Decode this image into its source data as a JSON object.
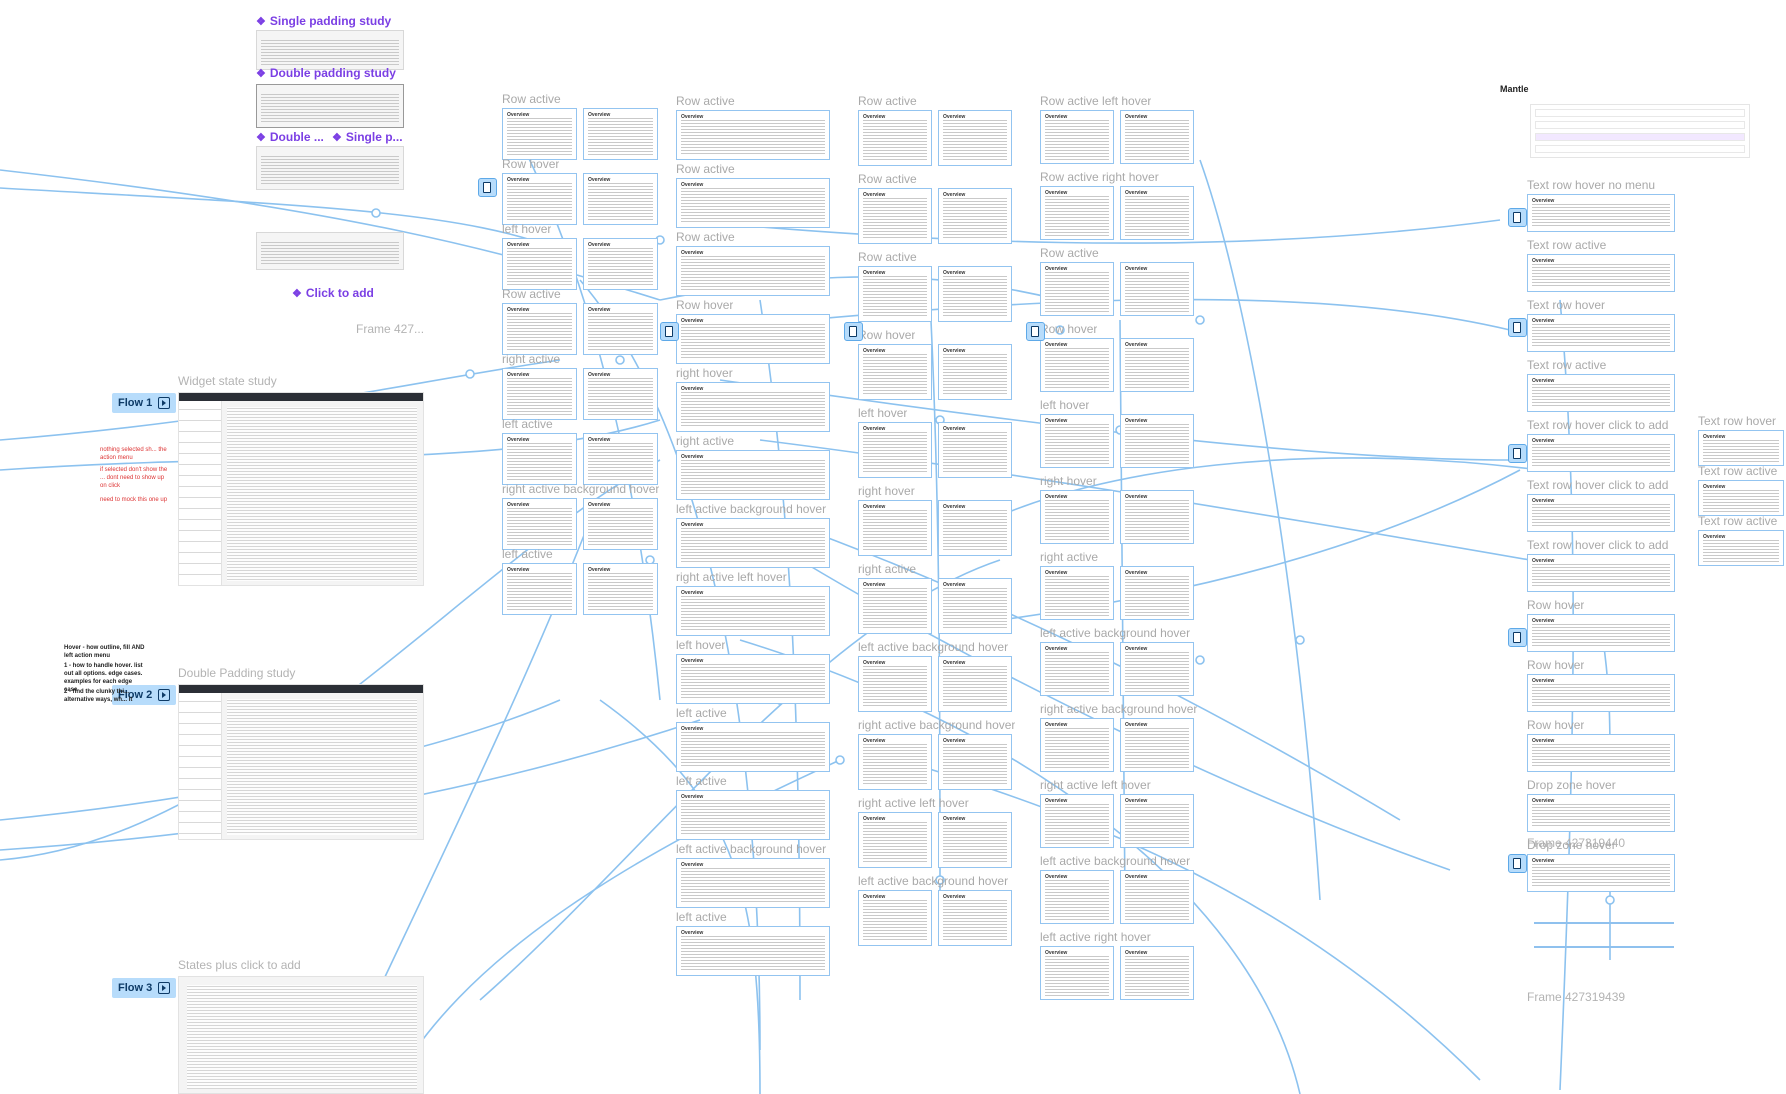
{
  "components": {
    "single_padding": "Single padding study",
    "double_padding": "Double padding study",
    "double_short": "Double ...",
    "single_short": "Single p...",
    "click_to_add": "Click to add",
    "frame_427": "Frame 427..."
  },
  "sections": {
    "widget_state_study": "Widget state study",
    "double_padding_study": "Double Padding study",
    "states_plus_click": "States plus click to add",
    "mantle": "Mantle",
    "frame_440": "Frame 427319440",
    "frame_439": "Frame 427319439"
  },
  "flows": [
    "Flow 1",
    "Flow 2",
    "Flow 3"
  ],
  "notes": {
    "nothing_selected": "nothing selected sh... the action menu",
    "if_selected": "if selected don't show the ... dont need to show up on click",
    "need_mock": "need to mock this one up",
    "hover_title": "Hover - how outline, fill AND left action menu",
    "hover_item1": "1 - how to handle hover. list out all options. edge cases. examples for each edge case",
    "hover_item2": "2 - find the clunky thi... alternative ways, wh... it"
  },
  "overview": "Overview",
  "columns": {
    "c1": [
      "Row active",
      "Row hover",
      "left hover",
      "Row active",
      "right active",
      "left active",
      "right active background hover",
      "left active"
    ],
    "c2": [
      "Row active",
      "Row active",
      "Row active",
      "Row hover",
      "right hover",
      "right active",
      "left active background hover",
      "right active left hover",
      "left hover",
      "left active",
      "left active",
      "left active background hover",
      "left active"
    ],
    "c3": [
      "Row active",
      "Row active",
      "Row active",
      "Row hover",
      "left hover",
      "right hover",
      "right active",
      "left active background hover",
      "right active background hover",
      "right active left hover",
      "left active background hover"
    ],
    "c4": [
      "Row active left hover",
      "Row active right hover",
      "Row active",
      "Row hover",
      "left hover",
      "right hover",
      "right active",
      "left active background hover",
      "right active background hover",
      "right active left hover",
      "left active background hover",
      "left active right hover"
    ],
    "c5": [
      "Text row hover no menu",
      "Text row active",
      "Text row hover",
      "Text row active",
      "Text row hover click to add",
      "Text row hover click to add",
      "Text row hover click to add",
      "Row hover",
      "Row hover",
      "Row hover",
      "Drop zone hover",
      "Drop zone hover"
    ],
    "c6": [
      "Text row hover",
      "Text row active",
      "Text row active"
    ]
  }
}
